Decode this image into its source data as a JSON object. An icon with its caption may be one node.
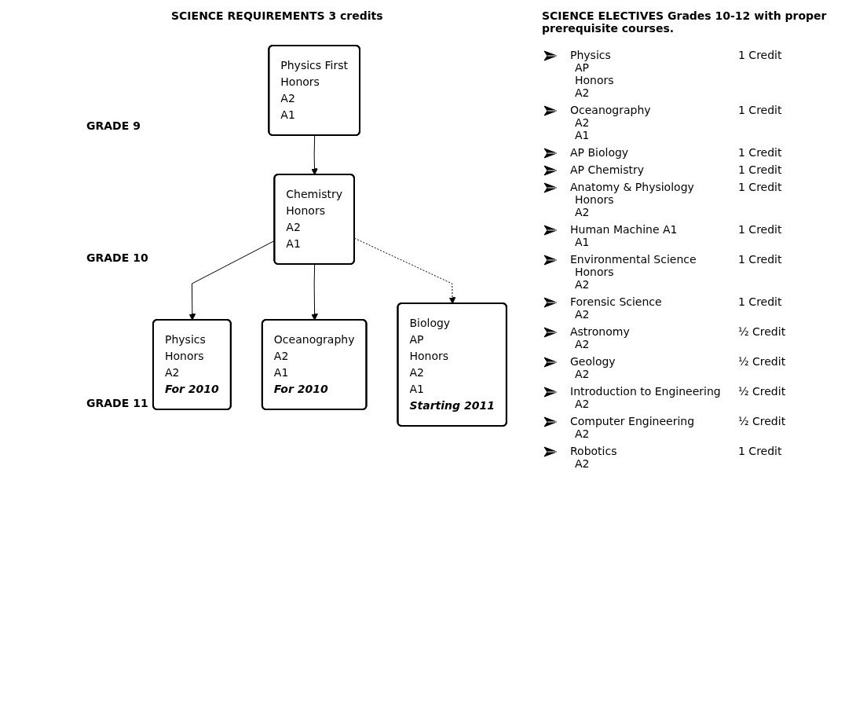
{
  "diagram": {
    "nodes": [
      {
        "text": [
          "Physics First",
          "Honors",
          "A2",
          "A1"
        ]
      },
      {
        "text": [
          "Chemistry",
          "Honors",
          "A2",
          "A1"
        ]
      },
      {
        "text": [
          "Physics",
          "Honors",
          "A2",
          "For 2010"
        ]
      },
      {
        "text": [
          "Biology",
          "AP",
          "Honors",
          "A2",
          "A1",
          "Starting 2011"
        ]
      },
      {
        "text": [
          "Oceanography",
          "A2",
          "A1",
          "For 2010"
        ]
      }
    ],
    "edges": [
      {
        "from": 0,
        "to": 1,
        "arrow": "to"
      },
      {
        "from": 1,
        "to": 2,
        "arrow": "to"
      },
      {
        "from": 1,
        "to": 4,
        "arrow": "to"
      },
      {
        "from": 1,
        "to": 3,
        "arrow": "to",
        "style": "dashed"
      }
    ],
    "labels": [
      "SCIENCE REQUIREMENTS 3 credits",
      "SCIENCE ELECTIVES Grades 10-12 with proper prerequisite courses.",
      "GRADE 9",
      "GRADE 10",
      "GRADE 11",
      "Physics",
      "1 Credit",
      "AP",
      "Honors",
      "A2",
      "Oceanography",
      "1 Credit",
      "A2",
      "A1",
      "AP Biology",
      "1 Credit",
      "AP Chemistry",
      "1 Credit",
      "Anatomy & Physiology",
      "1 Credit",
      "Honors",
      "A2",
      "Human Machine A1",
      "1 Credit",
      "A1",
      "Environmental Science",
      "1 Credit",
      "Honors",
      "A2",
      "Forensic Science",
      "1 Credit",
      "A2",
      "Astronomy",
      "½ Credit",
      "A2",
      "Geology",
      "½ Credit",
      "A2",
      "Introduction to Engineering",
      "½ Credit",
      "A2",
      "Computer Engineering",
      "½ Credit",
      "A2",
      "Robotics",
      "1 Credit",
      "A2"
    ]
  }
}
